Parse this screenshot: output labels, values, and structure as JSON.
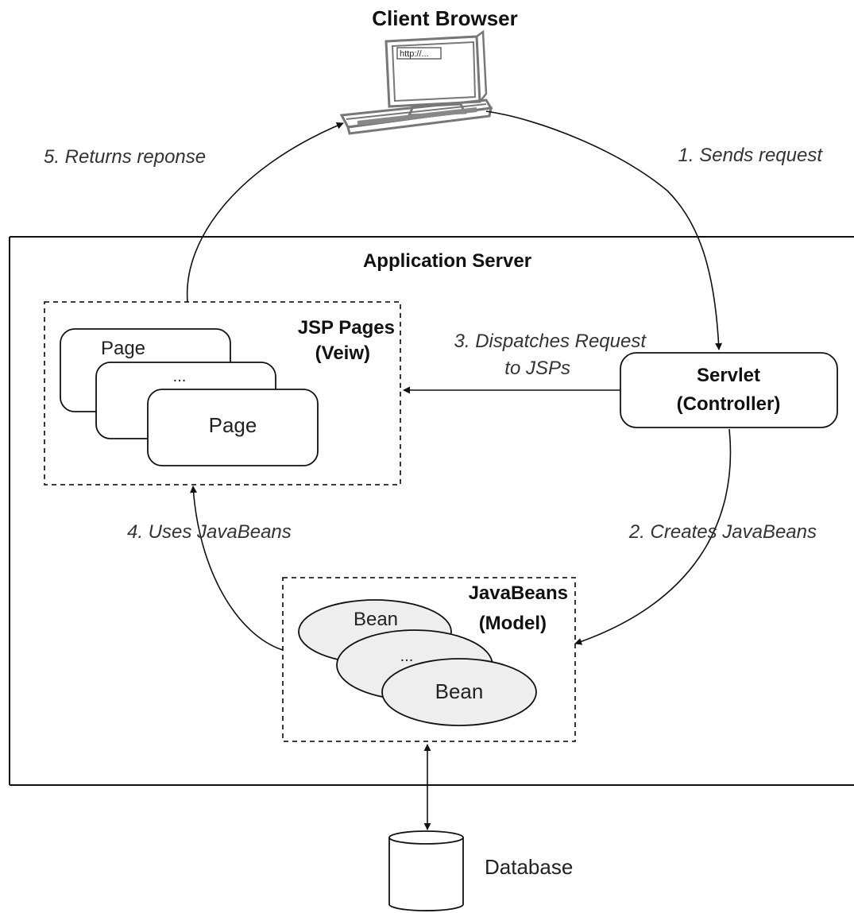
{
  "client": {
    "title": "Client Browser",
    "screen_text": "http://..."
  },
  "server": {
    "title": "Application Server"
  },
  "jsp": {
    "title_line1": "JSP Pages",
    "title_line2": "(Veiw)",
    "page_label_back": "Page",
    "page_label_middle": "...",
    "page_label_front": "Page"
  },
  "servlet": {
    "line1": "Servlet",
    "line2": "(Controller)"
  },
  "beans": {
    "title_line1": "JavaBeans",
    "title_line2": "(Model)",
    "bean_label_back": "Bean",
    "bean_label_middle": "...",
    "bean_label_front": "Bean"
  },
  "database": {
    "label": "Database"
  },
  "steps": {
    "step1": "1. Sends request",
    "step2": "2. Creates JavaBeans",
    "step3_line1": "3. Dispatches Request",
    "step3_line2": "to JSPs",
    "step4": "4. Uses JavaBeans",
    "step5": "5. Returns reponse"
  },
  "colors": {
    "line": "#111111",
    "dashed_box": "#222222",
    "bean_fill": "#eeeeee",
    "computer": "#777777"
  }
}
